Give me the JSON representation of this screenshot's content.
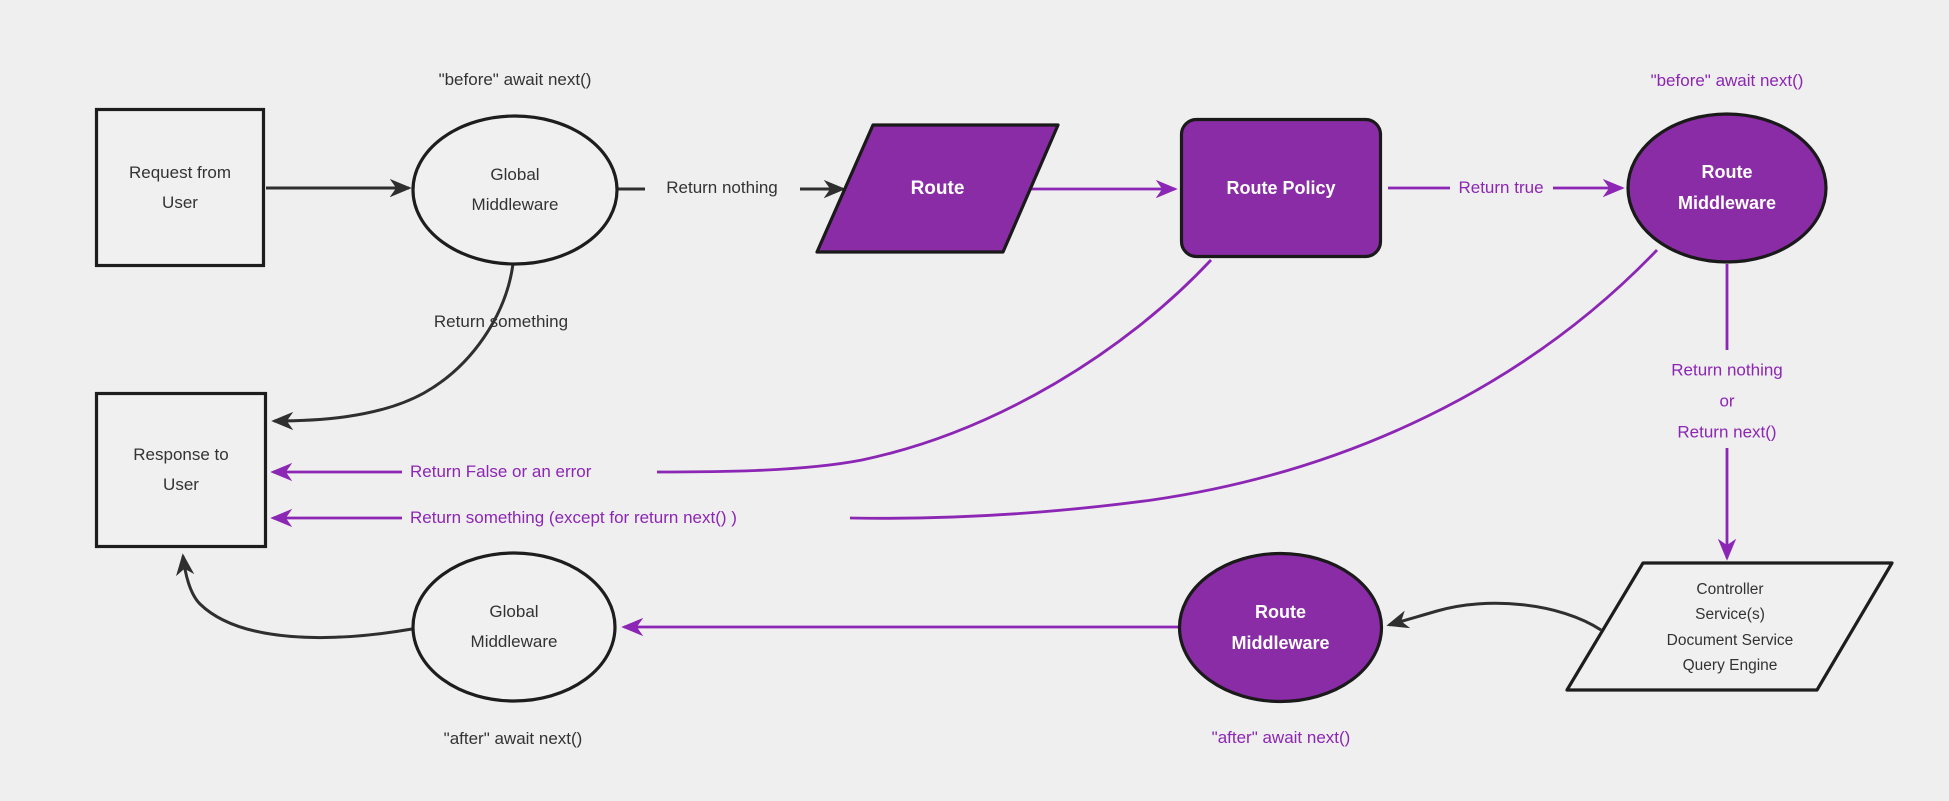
{
  "diagram": {
    "colors": {
      "background": "#efefef",
      "purple_fill": "#8a2ca6",
      "purple_line": "#8c26b4",
      "dark_line": "#2f2f2f",
      "dark_text": "#333333",
      "node_light_fill": "#f0f0f0",
      "node_text_on_purple": "#ffffff"
    },
    "nodes": {
      "request_from_user": {
        "lines": [
          "Request from",
          "User"
        ]
      },
      "global_middleware_top": {
        "lines": [
          "Global",
          "Middleware"
        ]
      },
      "route": {
        "label": "Route"
      },
      "route_policy": {
        "label": "Route Policy"
      },
      "route_middleware_top": {
        "lines": [
          "Route",
          "Middleware"
        ]
      },
      "controller_services": {
        "lines": [
          "Controller",
          "Service(s)",
          "Document Service",
          "Query Engine"
        ]
      },
      "route_middleware_bottom": {
        "lines": [
          "Route",
          "Middleware"
        ]
      },
      "global_middleware_bottom": {
        "lines": [
          "Global",
          "Middleware"
        ]
      },
      "response_to_user": {
        "lines": [
          "Response to",
          "User"
        ]
      }
    },
    "edge_labels": {
      "before_await_next_global": "\"before\" await next()",
      "before_await_next_route": "\"before\" await next()",
      "return_nothing": "Return nothing",
      "return_true": "Return true",
      "return_nothing_or": {
        "lines": [
          "Return nothing",
          "or",
          "Return next()"
        ]
      },
      "return_something": "Return something",
      "return_false_or_error": "Return False or an error",
      "return_something_except": "Return something (except for return next() )",
      "after_await_next_route": "\"after\" await next()",
      "after_await_next_global": "\"after\" await next()"
    }
  }
}
